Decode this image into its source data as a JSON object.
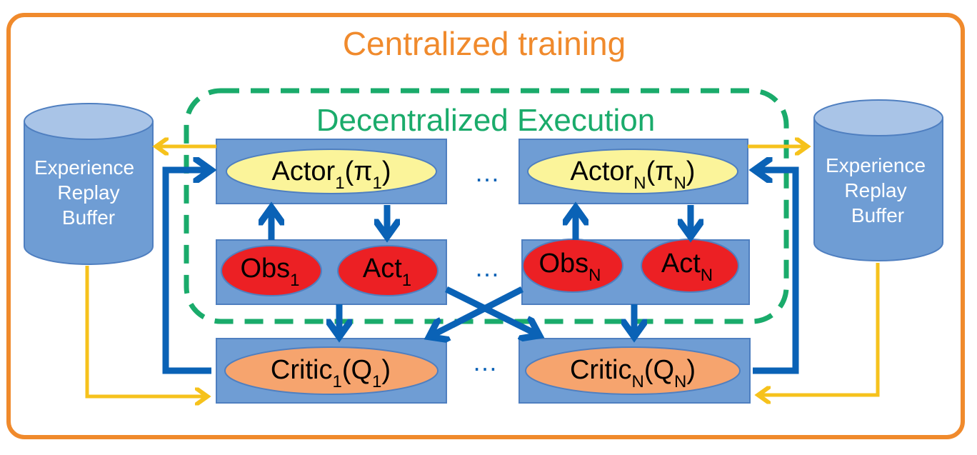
{
  "title": "Centralized training",
  "subtitle": "Decentralized Execution",
  "buffers": {
    "left": {
      "line1": "Experience",
      "line2": "Replay",
      "line3": "Buffer"
    },
    "right": {
      "line1": "Experience",
      "line2": "Replay",
      "line3": "Buffer"
    }
  },
  "agent1": {
    "actor": {
      "name": "Actor",
      "sub": "1",
      "open": "(π",
      "sub2": "1",
      "close": ")"
    },
    "obs": {
      "name": "Obs",
      "sub": "1"
    },
    "act": {
      "name": "Act",
      "sub": "1"
    },
    "critic": {
      "name": "Critic",
      "sub": "1",
      "open": "(Q",
      "sub2": "1",
      "close": ")"
    }
  },
  "agentN": {
    "actor": {
      "name": "Actor",
      "sub": "N",
      "open": "(π",
      "sub2": "N",
      "close": ")"
    },
    "obs": {
      "name": "Obs",
      "sub": "N"
    },
    "act": {
      "name": "Act",
      "sub": "N"
    },
    "critic": {
      "name": "Critic",
      "sub": "N",
      "open": "(Q",
      "sub2": "N",
      "close": ")"
    }
  },
  "ellipsis": {
    "actor_row": "…",
    "obs_row": "…",
    "critic_row": "…"
  },
  "colors": {
    "outer_border": "#f08a2c",
    "title": "#f08a2c",
    "dashed": "#1aab6b",
    "subtitle": "#1aab6b",
    "box_fill": "#6f9dd4",
    "box_stroke": "#4f7fc0",
    "actor_fill": "#fbf49a",
    "obs_act_fill": "#ec2024",
    "critic_fill": "#f6a46e",
    "blue_arrow": "#0a62b6",
    "yellow_arrow": "#f6c21c",
    "cylinder": "#6f9dd4"
  }
}
